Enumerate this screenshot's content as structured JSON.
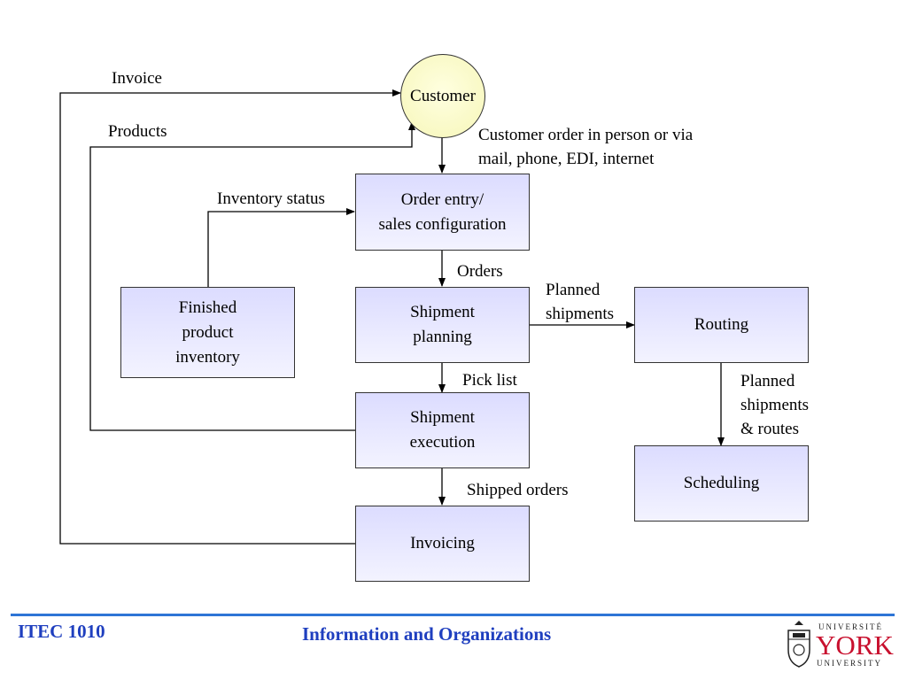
{
  "nodes": {
    "customer": "Customer",
    "order_entry": "Order entry/\nsales configuration",
    "finished_inventory": "Finished\nproduct\ninventory",
    "shipment_planning": "Shipment\nplanning",
    "routing": "Routing",
    "shipment_execution": "Shipment\nexecution",
    "scheduling": "Scheduling",
    "invoicing": "Invoicing"
  },
  "edge_labels": {
    "invoice": "Invoice",
    "products": "Products",
    "customer_order": "Customer order in person or via\nmail, phone, EDI, internet",
    "inventory_status": "Inventory status",
    "orders": "Orders",
    "planned_shipments": "Planned\nshipments",
    "pick_list": "Pick list",
    "planned_shipments_routes": "Planned\nshipments\n& routes",
    "shipped_orders": "Shipped orders"
  },
  "footer": {
    "course": "ITEC 1010",
    "subtitle": "Information and Organizations",
    "logo_top": "UNIVERSITÉ",
    "logo_main": "YORK",
    "logo_bottom": "UNIVERSITY"
  },
  "colors": {
    "box_fill": "#e6e6ff",
    "circle_fill": "#ffffcc",
    "footer_text": "#1f3fbf",
    "rule": "#2e75d6",
    "logo_red": "#c8102e"
  }
}
